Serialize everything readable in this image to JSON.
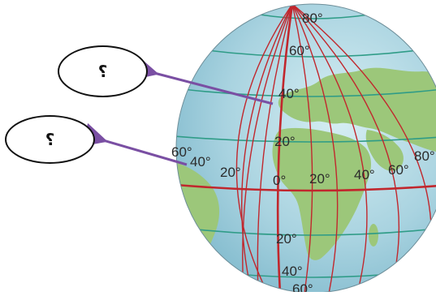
{
  "callouts": [
    {
      "text": "؟"
    },
    {
      "text": "؟"
    }
  ],
  "latitude_labels": {
    "north": [
      "80°",
      "60°",
      "40°",
      "20°"
    ],
    "equator": "0°",
    "south": [
      "20°",
      "40°",
      "60°"
    ]
  },
  "longitude_labels": {
    "west": [
      "60°",
      "40°",
      "20°"
    ],
    "east": [
      "20°",
      "40°",
      "60°",
      "80°"
    ]
  },
  "colors": {
    "ocean": "#a9d3e0",
    "land": "#9cc77a",
    "parallels": "#2f9c87",
    "meridians": "#c1272d",
    "arrows": "#7a4fa3",
    "outline": "#111111"
  }
}
